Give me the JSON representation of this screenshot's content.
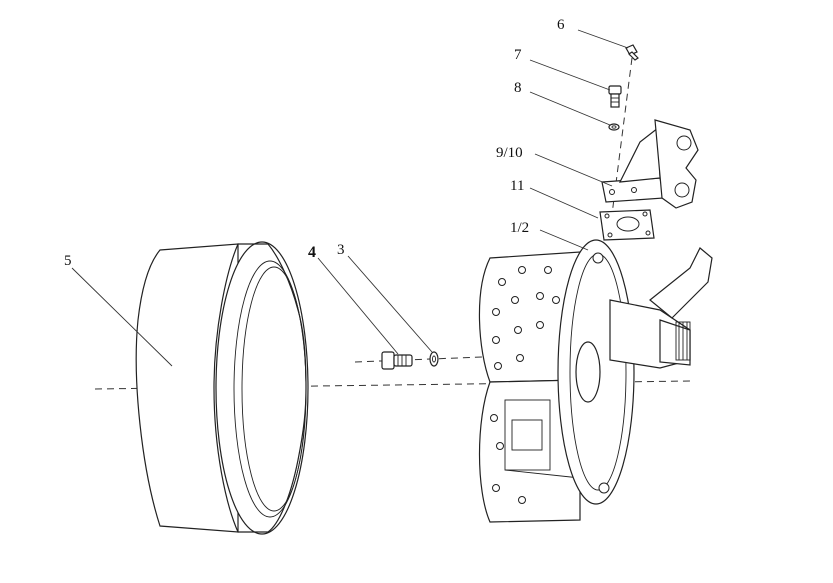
{
  "labels": {
    "p6": "6",
    "p7": "7",
    "p8": "8",
    "p9_10": "9/10",
    "p11": "11",
    "p1_2": "1/2",
    "p3": "3",
    "p4": "4",
    "p5": "5"
  }
}
